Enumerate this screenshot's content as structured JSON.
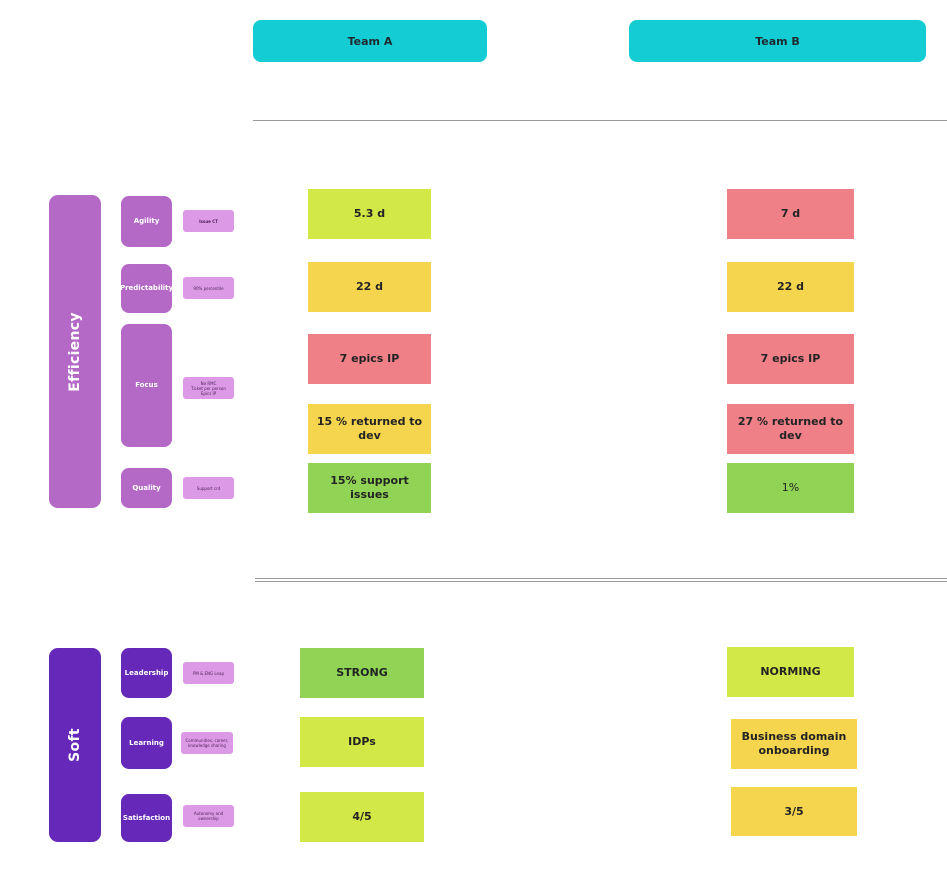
{
  "headers": {
    "team_a": "Team A",
    "team_b": "Team B"
  },
  "efficiency": {
    "label": "Efficiency",
    "metrics": [
      {
        "name": "Agility",
        "note": "Issue CT"
      },
      {
        "name": "Predictability",
        "note": "90% percentile"
      },
      {
        "name": "Focus",
        "note": "No RMC\nTicket per person\nEpics IP"
      },
      {
        "name": "Quality",
        "note": "Support cnt"
      }
    ],
    "team_a": [
      "5.3 d",
      "22 d",
      "7 epics IP",
      "15 % returned to dev",
      "15% support issues"
    ],
    "team_b": [
      "7 d",
      "22 d",
      "7 epics IP",
      "27 % returned to dev",
      "1%"
    ]
  },
  "soft": {
    "label": "Soft",
    "metrics": [
      {
        "name": "Leadership",
        "note": "PM & ENG Leap"
      },
      {
        "name": "Learning",
        "note": "Communities, career, knowledge sharing"
      },
      {
        "name": "Satisfaction",
        "note": "Autonomy and ownership"
      }
    ],
    "team_a": [
      "STRONG",
      "IDPs",
      "4/5"
    ],
    "team_b": [
      "NORMING",
      "Business domain onboarding",
      "3/5"
    ]
  },
  "colors": {
    "header": "#14cdd4",
    "efficiency_group": "#b569c7",
    "soft_group": "#6628b8",
    "note": "#dc9ae6",
    "lime": "#d1e847",
    "yellow": "#f5d54e",
    "red": "#ef8088",
    "green": "#91d455"
  }
}
